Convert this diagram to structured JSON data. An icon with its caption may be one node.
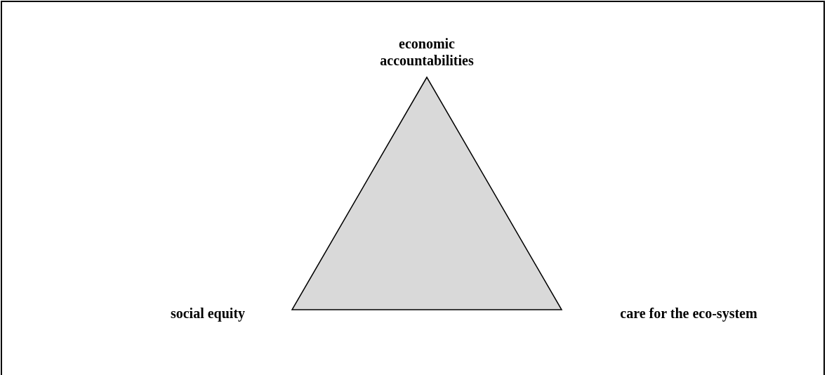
{
  "diagram": {
    "nodes": [
      {
        "text": [],
        "shape": "triangle"
      }
    ],
    "labels": [
      "economic accountabilities",
      "social equity",
      "care for the eco-system"
    ]
  }
}
